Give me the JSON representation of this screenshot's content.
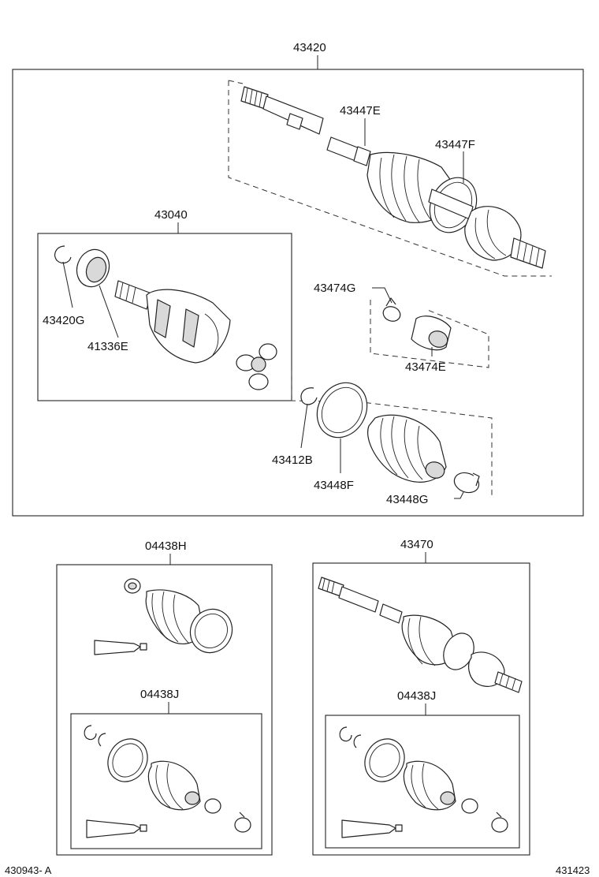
{
  "labels": {
    "assembly_main": "43420",
    "outer_boot_upper": "43447E",
    "outer_boot_band": "43447F",
    "inner_joint_assy": "43040",
    "snap_ring": "43420G",
    "dust_seal": "41336E",
    "clamp_small_top": "43474G",
    "damper": "43474E",
    "inner_snap_ring": "43412B",
    "inner_boot_band": "43448F",
    "inner_boot_clamp": "43448G",
    "kit_left": "04438H",
    "kit_right_assy": "43470",
    "kit_left_inner": "04438J",
    "kit_right_inner": "04438J"
  },
  "footer": {
    "left_code": "430943- A",
    "right_code": "431423"
  }
}
